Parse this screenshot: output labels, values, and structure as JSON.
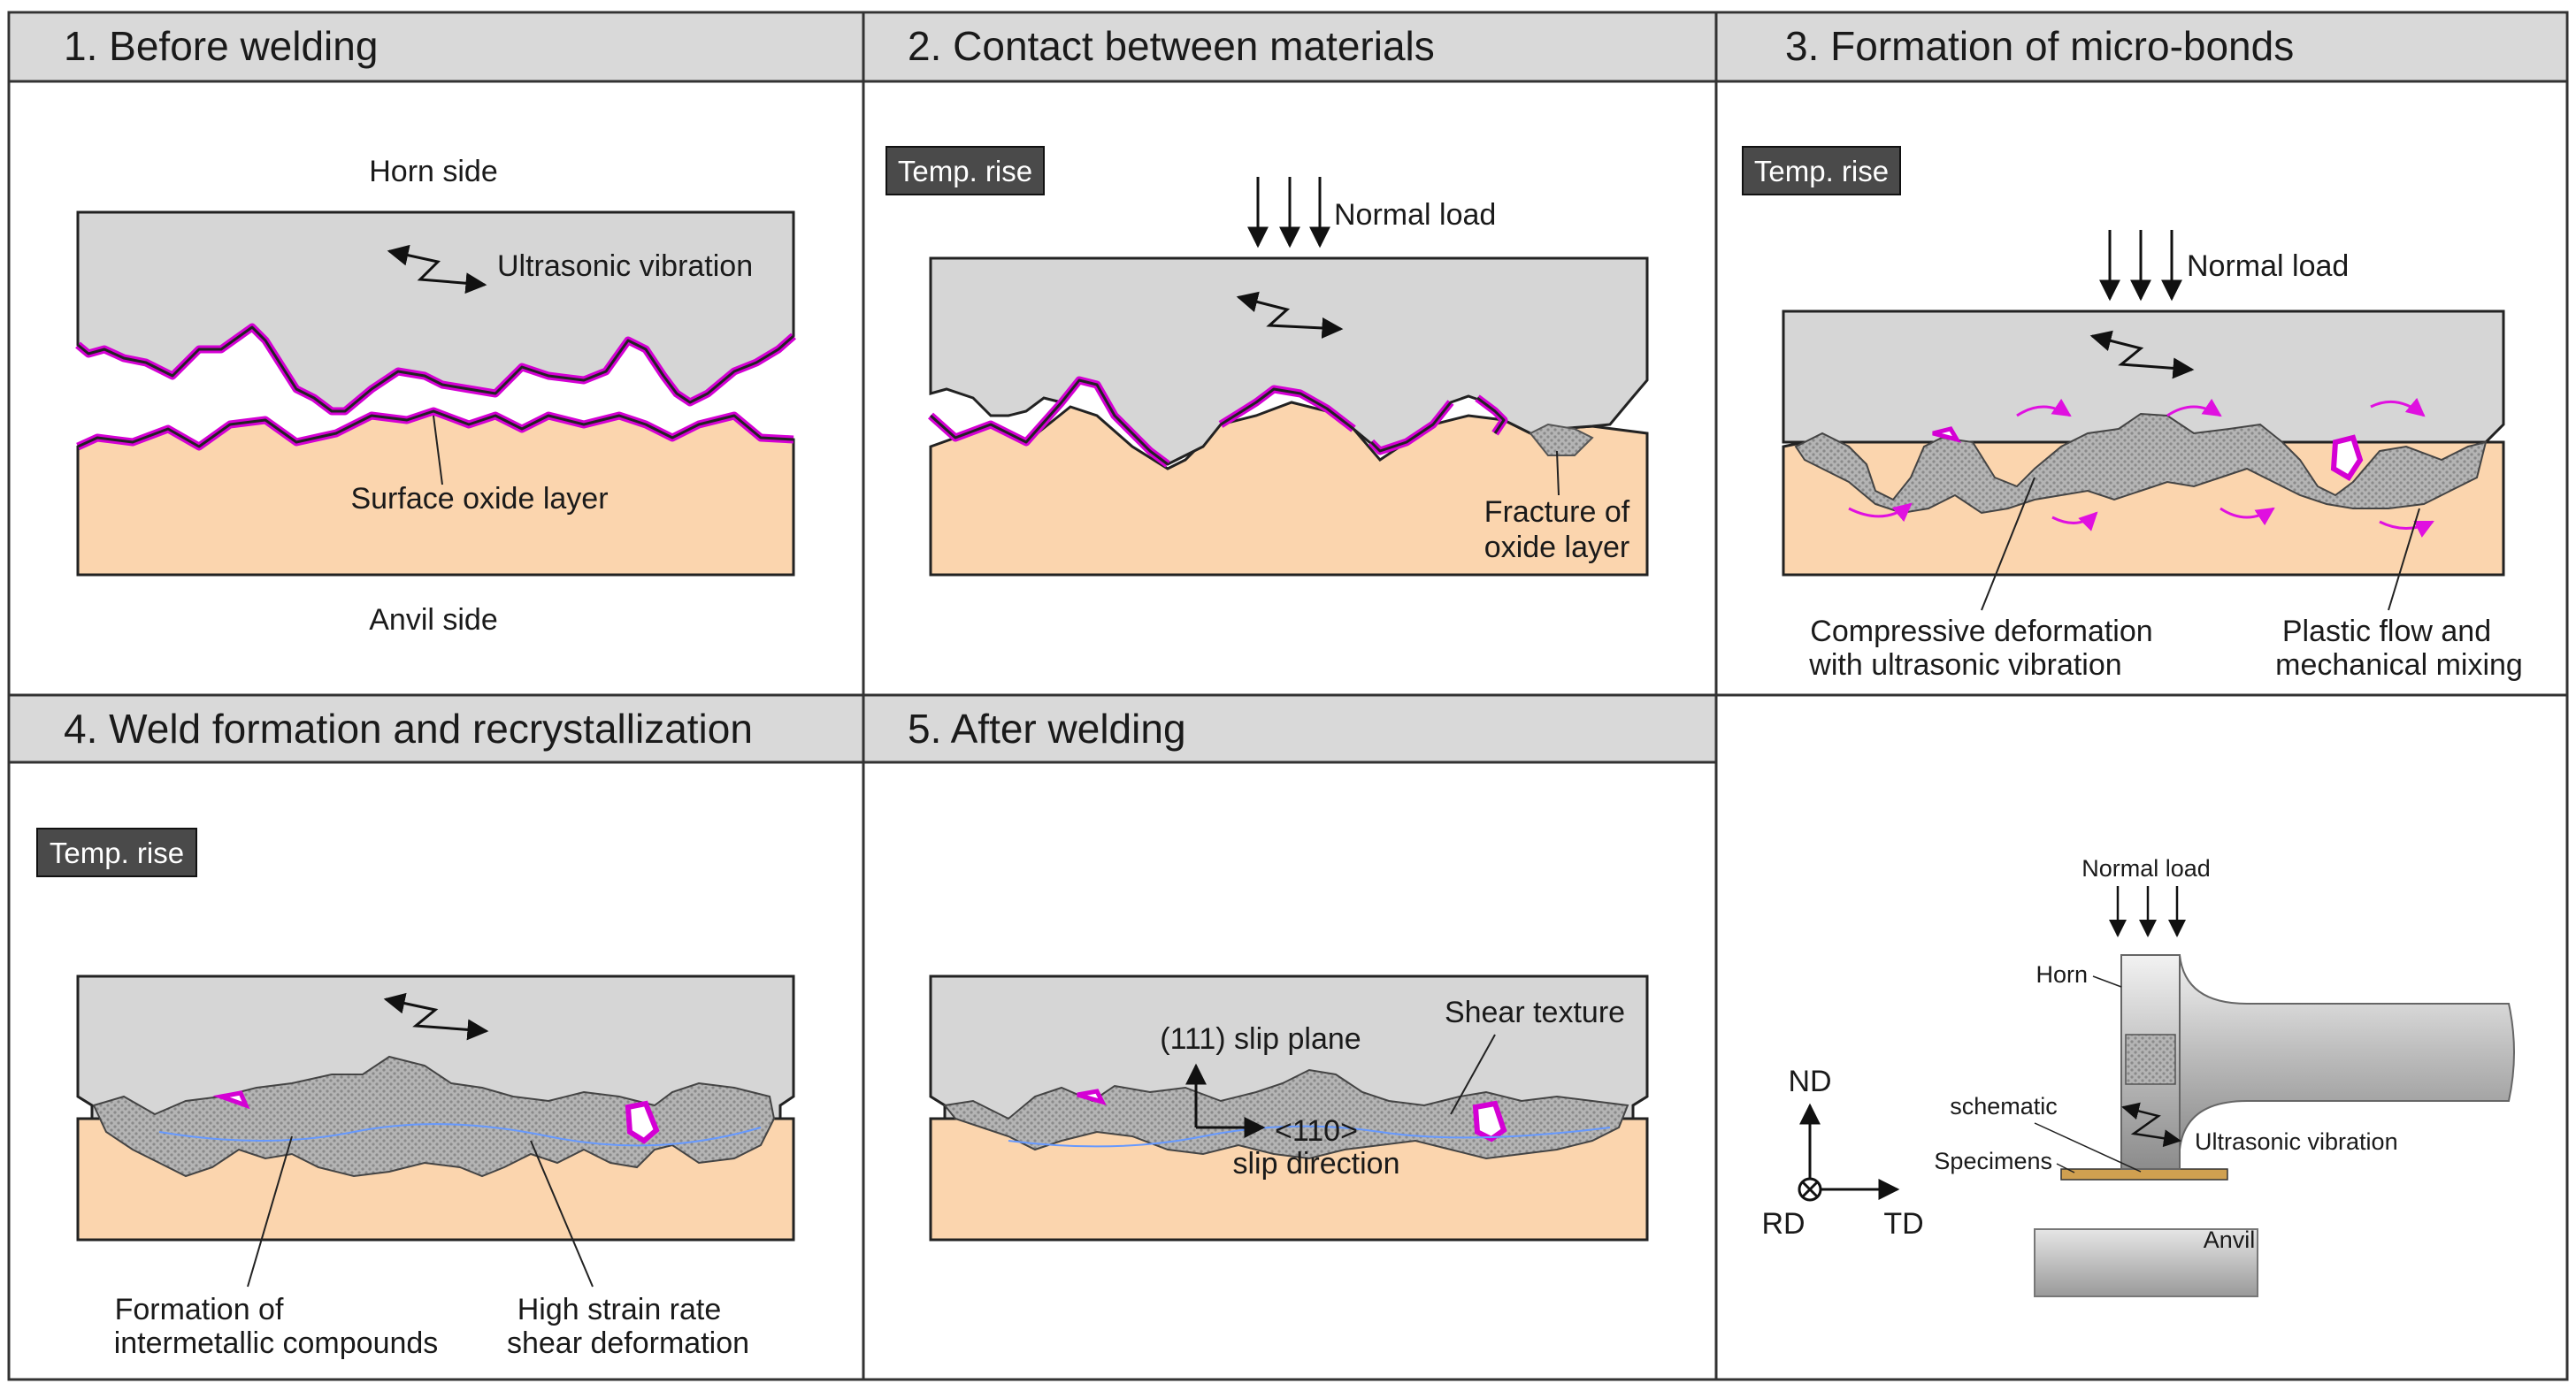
{
  "panels": [
    {
      "title": "1. Before welding"
    },
    {
      "title": "2. Contact between materials"
    },
    {
      "title": "3. Formation of micro-bonds"
    },
    {
      "title": "4. Weld formation and recrystallization"
    },
    {
      "title": "5. After welding"
    }
  ],
  "badge": "Temp. rise",
  "p1": {
    "horn_side": "Horn side",
    "anvil_side": "Anvil side",
    "vibration": "Ultrasonic vibration",
    "oxide": "Surface oxide layer"
  },
  "p2": {
    "normal_load": "Normal load",
    "fracture_line1": "Fracture of",
    "fracture_line2": "oxide layer"
  },
  "p3": {
    "normal_load": "Normal load",
    "compress_line1": "Compressive deformation",
    "compress_line2": "with ultrasonic vibration",
    "plastic_line1": "Plastic flow and",
    "plastic_line2": "mechanical mixing"
  },
  "p4": {
    "imc_line1": "Formation of",
    "imc_line2": "intermetallic compounds",
    "shear_line1": "High strain rate",
    "shear_line2": "shear deformation"
  },
  "p5": {
    "slip_plane": "(111) slip plane",
    "slip_dir_line1": "<110>",
    "slip_dir_line2": "slip direction",
    "shear_texture": "Shear texture"
  },
  "p6": {
    "normal_load": "Normal load",
    "horn": "Horn",
    "schematic": "schematic",
    "specimens": "Specimens",
    "vibration": "Ultrasonic vibration",
    "anvil": "Anvil",
    "axis_nd": "ND",
    "axis_rd": "RD",
    "axis_td": "TD"
  },
  "colors": {
    "horn_gray": "#d6d6d6",
    "anvil_peach": "#fbd5ae",
    "oxide_magenta": "#d400d4",
    "badge_bg": "#4a4a4a",
    "header_bg": "#d9d9d9",
    "mixed_zone": "#a6a6a6"
  }
}
